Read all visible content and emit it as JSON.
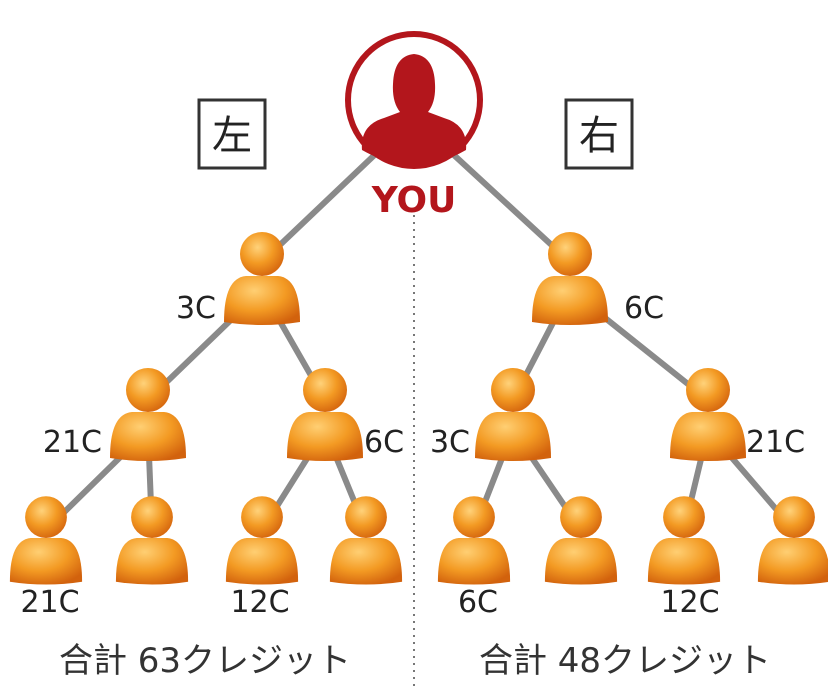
{
  "you_label": "YOU",
  "colors": {
    "you": "#b3161c",
    "member": "#f08a1c",
    "line": "#8a8a8a"
  },
  "left": {
    "side_label": "左",
    "top_credit": "3C",
    "mid_left_credit": "21C",
    "mid_right_credit": "6C",
    "bottom_left_credit": "21C",
    "bottom_right_credit": "12C",
    "total": "合計 63クレジット"
  },
  "right": {
    "side_label": "右",
    "top_credit": "6C",
    "mid_left_credit": "3C",
    "mid_right_credit": "21C",
    "bottom_left_credit": "6C",
    "bottom_right_credit": "12C",
    "total": "合計 48クレジット"
  }
}
